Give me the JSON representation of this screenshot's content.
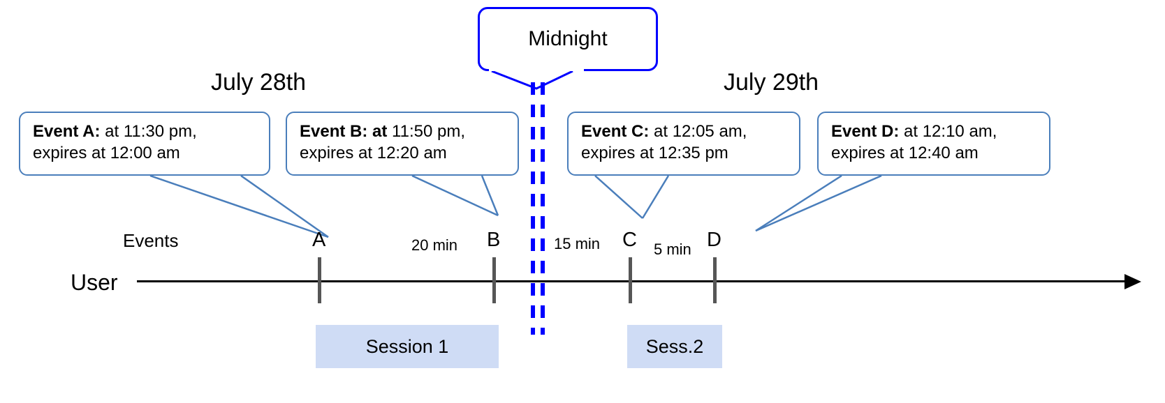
{
  "diagram": {
    "title_labels": {
      "date_left": "July 28th",
      "date_right": "July 29th",
      "midnight": "Midnight"
    },
    "rows": {
      "events_label": "Events",
      "user_label": "User"
    },
    "callouts": [
      {
        "id": "event-a",
        "line1_bold": "Event A:",
        "line1_rest": " at 11:30 pm,",
        "line2": "expires at 12:00 am"
      },
      {
        "id": "event-b",
        "line1_bold": "Event B: at",
        "line1_rest": " 11:50 pm,",
        "line2": "expires at 12:20 am"
      },
      {
        "id": "event-c",
        "line1_bold": "Event C:",
        "line1_rest": " at 12:05 am,",
        "line2": "expires at 12:35 pm"
      },
      {
        "id": "event-d",
        "line1_bold": "Event D:",
        "line1_rest": "  at 12:10 am,",
        "line2": "expires at 12:40 am"
      }
    ],
    "markers": [
      {
        "id": "marker-a",
        "label": "A"
      },
      {
        "id": "marker-b",
        "label": "B"
      },
      {
        "id": "marker-c",
        "label": "C"
      },
      {
        "id": "marker-d",
        "label": "D"
      }
    ],
    "gaps": [
      {
        "id": "gap-ab",
        "label": "20 min"
      },
      {
        "id": "gap-bc",
        "label": "15 min"
      },
      {
        "id": "gap-cd",
        "label": "5 min"
      }
    ],
    "sessions": [
      {
        "id": "session-1",
        "label": "Session 1"
      },
      {
        "id": "session-2",
        "label": "Sess.2"
      }
    ],
    "colors": {
      "callout_border": "#4a7ebb",
      "midnight_blue": "#0000ff",
      "session_fill": "#cfdcf5",
      "tick_gray": "#565656",
      "axis_black": "#000000"
    }
  }
}
